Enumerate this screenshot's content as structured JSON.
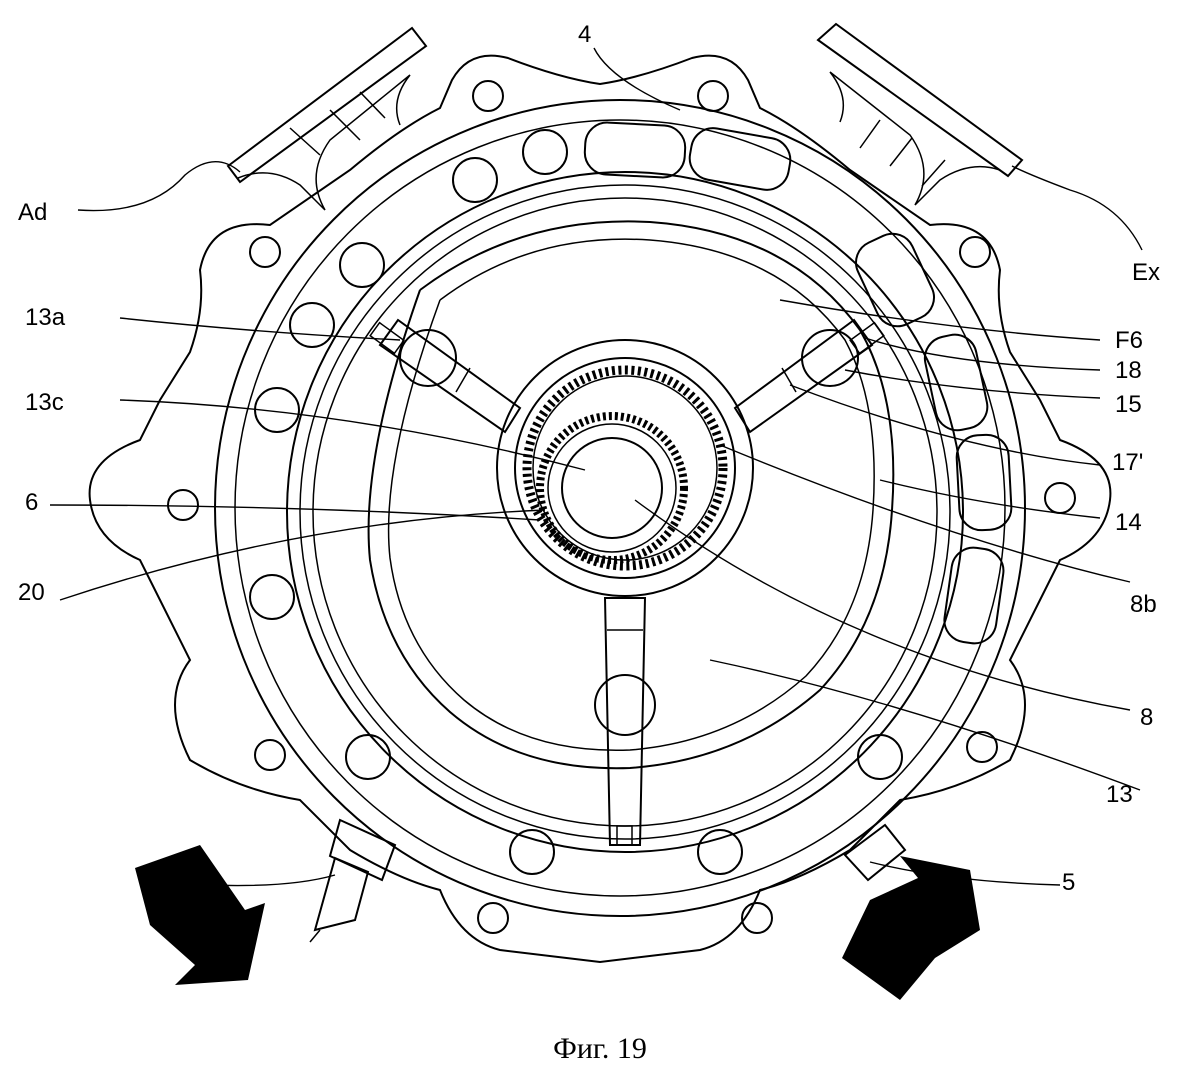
{
  "figure": {
    "caption": "Фиг. 19",
    "labels": {
      "l4": "4",
      "ad": "Ad",
      "ex": "Ex",
      "l13a": "13a",
      "f6": "F6",
      "l18": "18",
      "l15": "15",
      "l13c": "13c",
      "l17p": "17'",
      "l6": "6",
      "l14": "14",
      "l20": "20",
      "l8b": "8b",
      "l8": "8",
      "l13": "13",
      "l5": "5"
    }
  }
}
